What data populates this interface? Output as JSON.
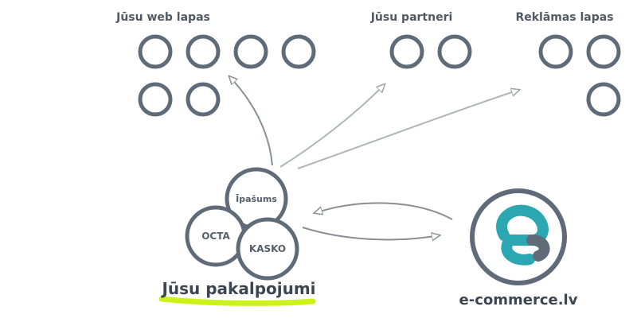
{
  "groups": {
    "web": {
      "title": "Jūsu web lapas",
      "circle_count": 6
    },
    "partners": {
      "title": "Jūsu partneri",
      "circle_count": 2
    },
    "ads": {
      "title": "Reklāmas lapas",
      "circle_count": 3
    }
  },
  "services": {
    "items": [
      {
        "label": "Īpašums"
      },
      {
        "label": "OCTA"
      },
      {
        "label": "KASKO"
      }
    ],
    "title": "Jūsu pakalpojumi",
    "highlight_color": "#ccf21a"
  },
  "brand": {
    "name": "e-commerce.lv",
    "logo_icon": "e-letter-logo-icon",
    "logo_colors": {
      "teal": "#2aa7b0",
      "dark": "#5f6b78"
    }
  },
  "colors": {
    "ring": "#5f6b78",
    "arrow": "#8a8f95"
  }
}
